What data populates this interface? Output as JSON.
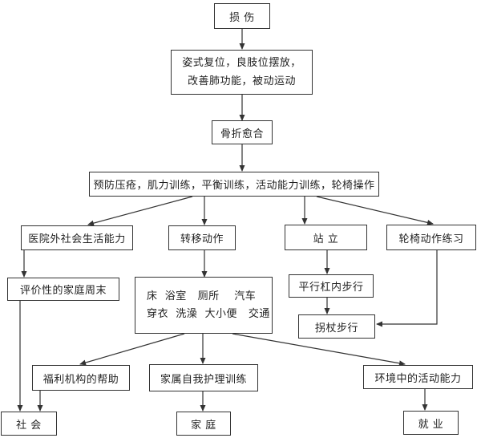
{
  "nodes": {
    "injury": "损 伤",
    "initial_line1": "姿式复位，良肢位摆放，",
    "initial_line2": "改善肺功能，被动运动",
    "fracture_healing": "骨折愈合",
    "training": "预防压疮，肌力训练，平衡训练，活动能力训练，轮椅操作",
    "social_life": "医院外社会生活能力",
    "transfer": "转移动作",
    "standing": "站 立",
    "wheelchair": "轮椅动作练习",
    "family_weekend": "评价性的家庭周末",
    "adl_line1": "床  浴室   厕所    汽车",
    "adl_line2": "穿衣  洗澡  大小便   交通",
    "parallel_bars": "平行杠内步行",
    "crutch_walking": "拐杖步行",
    "welfare": "福利机构的帮助",
    "family_care": "家属自我护理训练",
    "environment": "环境中的活动能力",
    "society": "社 会",
    "family": "家 庭",
    "employment": "就 业"
  }
}
